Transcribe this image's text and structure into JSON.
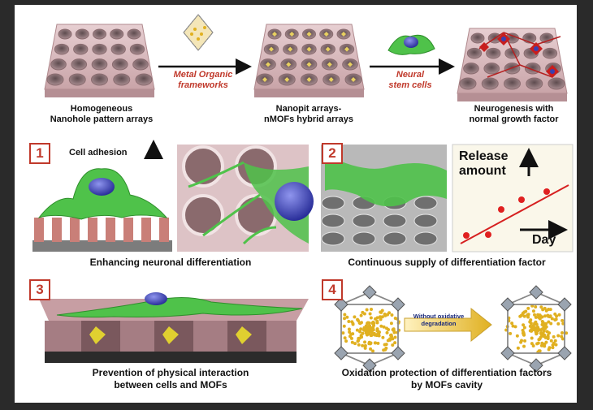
{
  "top_row": {
    "label1_line1": "Homogeneous",
    "label1_line2": "Nanohole pattern arrays",
    "arrow1_line1": "Metal Organic",
    "arrow1_line2": "frameworks",
    "label2_line1": "Nanopit arrays-",
    "label2_line2": "nMOFs hybrid arrays",
    "arrow2_line1": "Neural",
    "arrow2_line2": "stem cells",
    "label3_line1": "Neurogenesis with",
    "label3_line2": "normal growth factor"
  },
  "panel1": {
    "number": "1",
    "annotation": "Cell adhesion",
    "caption": "Enhancing neuronal differentiation"
  },
  "panel2": {
    "number": "2",
    "y_label_line1": "Release",
    "y_label_line2": "amount",
    "x_label": "Day",
    "caption": "Continuous supply of differentiation factor"
  },
  "panel3": {
    "number": "3",
    "caption_line1": "Prevention of physical interaction",
    "caption_line2": "between cells and MOFs"
  },
  "panel4": {
    "number": "4",
    "arrow_line1": "Without oxidative",
    "arrow_line2": "degradation",
    "caption_line1": "Oxidation protection of differentiation factors",
    "caption_line2": "by MOFs cavity"
  },
  "colors": {
    "accent_red": "#c0392b",
    "cell_green": "#4fc24a",
    "nucleus_blue": "#3a3fb0",
    "substrate_pink": "#d8b3b6",
    "mof_gold": "#e0b020"
  }
}
